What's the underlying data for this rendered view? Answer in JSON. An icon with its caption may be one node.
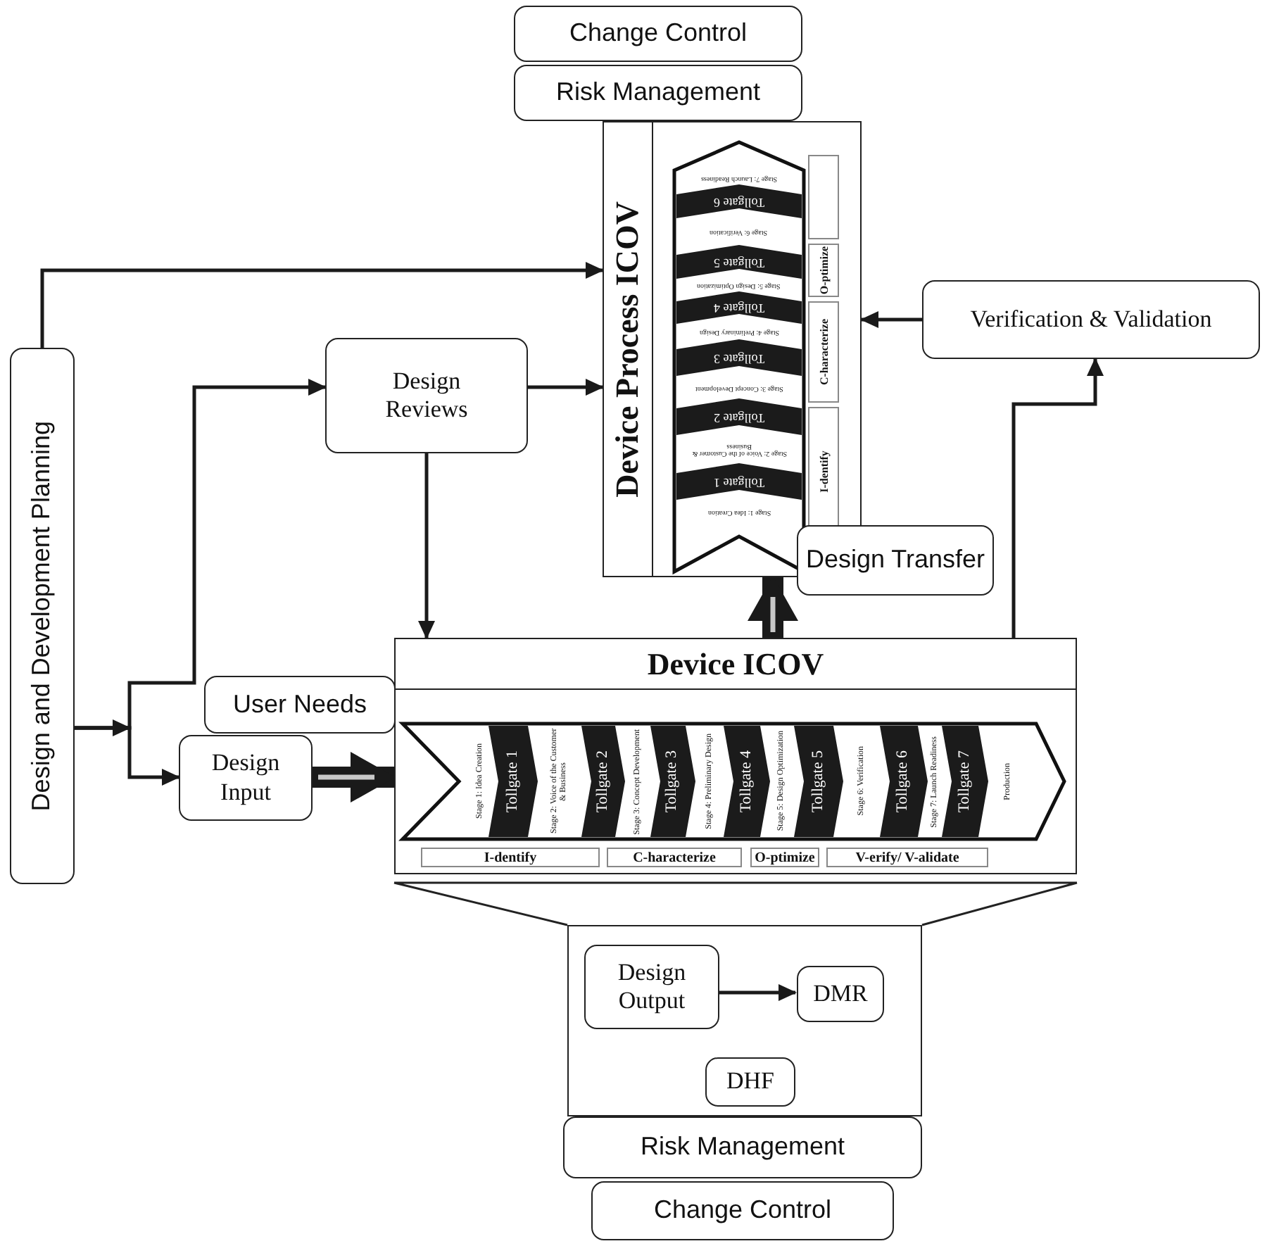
{
  "diagram": {
    "nodes": [
      {
        "text": [
          "Change Control"
        ]
      },
      {
        "text": [
          "Risk Management"
        ]
      },
      {
        "text": [
          "Device Process ICOV"
        ]
      },
      {
        "text": [
          "Verification & Validation"
        ]
      },
      {
        "text": [
          "Design and Development Planning"
        ]
      },
      {
        "text": [
          "Design Reviews"
        ]
      },
      {
        "text": [
          "Design Transfer"
        ]
      },
      {
        "text": [
          "Device ICOV"
        ]
      },
      {
        "text": [
          "User Needs"
        ]
      },
      {
        "text": [
          "Design Input"
        ]
      },
      {
        "text": [],
        "shape": "box"
      },
      {
        "text": [
          "Design Output"
        ],
        "in": 10
      },
      {
        "text": [
          "DMR"
        ],
        "in": 10
      },
      {
        "text": [
          "DHF"
        ],
        "in": 10
      },
      {
        "text": [
          "Risk Management"
        ]
      },
      {
        "text": [
          "Change Control"
        ]
      }
    ],
    "edges": [
      {
        "from": 4,
        "to": 2,
        "arrow": "to"
      },
      {
        "from": 4,
        "to": 5,
        "arrow": "to"
      },
      {
        "from": 4,
        "to": 9,
        "arrow": "to"
      },
      {
        "from": 5,
        "to": 2,
        "arrow": "to"
      },
      {
        "from": 5,
        "to": 7,
        "arrow": "to"
      },
      {
        "from": 9,
        "to": 7,
        "arrow": "to",
        "style": "thick"
      },
      {
        "from": 7,
        "to": 2,
        "arrow": "to",
        "style": "thick"
      },
      {
        "from": 7,
        "to": 3,
        "arrow": "to"
      },
      {
        "from": 3,
        "to": 2,
        "arrow": "to"
      },
      {
        "from": 11,
        "to": 12,
        "arrow": "to"
      }
    ],
    "labels": [
      "Stage 1: Idea Creation",
      "Tollgate 1",
      "Stage 2: Voice of the Customer & Business",
      "Tollgate 2",
      "Stage 3: Concept Development",
      "Tollgate 3",
      "Stage 4: Preliminary Design",
      "Tollgate 4",
      "Stage 5: Design Optimization",
      "Tollgate 5",
      "Stage 6: Verification",
      "Tollgate 6",
      "Stage 7: Launch Readiness",
      "I-dentify",
      "C-haracterize",
      "O-ptimize",
      "Stage 1: Idea Creation",
      "Tollgate 1",
      "Stage 2: Voice of the Customer & Business",
      "Tollgate 2",
      "Stage 3: Concept Development",
      "Tollgate 3",
      "Stage 4: Preliminary Design",
      "Tollgate 4",
      "Stage 5: Design Optimization",
      "Tollgate 5",
      "Stage 6: Verification",
      "Tollgate 6",
      "Stage 7: Launch Readiness",
      "Tollgate 7",
      "Production",
      "I-dentify",
      "C-haracterize",
      "O-ptimize",
      "V-erify/ V-alidate"
    ]
  }
}
